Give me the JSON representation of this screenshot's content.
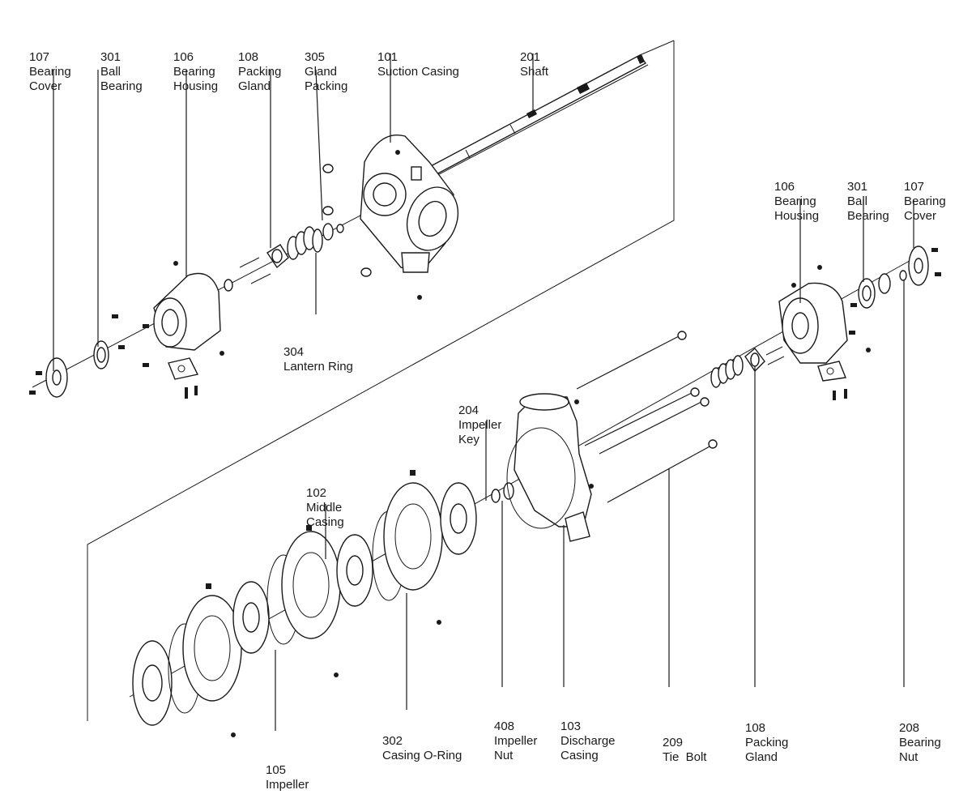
{
  "diagram": {
    "callouts": [
      {
        "key": "c107a",
        "lines": [
          "107",
          "Bearing",
          "Cover"
        ]
      },
      {
        "key": "c301a",
        "lines": [
          "301",
          "Ball",
          "Bearing"
        ]
      },
      {
        "key": "c106a",
        "lines": [
          "106",
          "Bearing",
          "Housing"
        ]
      },
      {
        "key": "c108a",
        "lines": [
          "108",
          "Packing",
          "Gland"
        ]
      },
      {
        "key": "c305",
        "lines": [
          "305",
          "Gland",
          "Packing"
        ]
      },
      {
        "key": "c101",
        "lines": [
          "101",
          "Suction Casing"
        ]
      },
      {
        "key": "c201",
        "lines": [
          "201",
          "Shaft"
        ]
      },
      {
        "key": "c304",
        "lines": [
          "304",
          "Lantern Ring"
        ]
      },
      {
        "key": "c106b",
        "lines": [
          "106",
          "Bearing",
          "Housing"
        ]
      },
      {
        "key": "c301b",
        "lines": [
          "301",
          "Ball",
          "Bearing"
        ]
      },
      {
        "key": "c107b",
        "lines": [
          "107",
          "Bearing",
          "Cover"
        ]
      },
      {
        "key": "c204",
        "lines": [
          "204",
          "Impeller",
          "Key"
        ]
      },
      {
        "key": "c102",
        "lines": [
          "102",
          "Middle",
          "Casing"
        ]
      },
      {
        "key": "c105",
        "lines": [
          "105",
          "Impeller"
        ]
      },
      {
        "key": "c302",
        "lines": [
          "302",
          "Casing O-Ring"
        ]
      },
      {
        "key": "c408",
        "lines": [
          "408",
          "Impeller",
          "Nut"
        ]
      },
      {
        "key": "c103",
        "lines": [
          "103",
          "Discharge",
          "Casing"
        ]
      },
      {
        "key": "c209",
        "lines": [
          "209",
          "Tie  Bolt"
        ]
      },
      {
        "key": "c108b",
        "lines": [
          "108",
          "Packing",
          "Gland"
        ]
      },
      {
        "key": "c208",
        "lines": [
          "208",
          "Bearing",
          "Nut"
        ]
      }
    ]
  }
}
